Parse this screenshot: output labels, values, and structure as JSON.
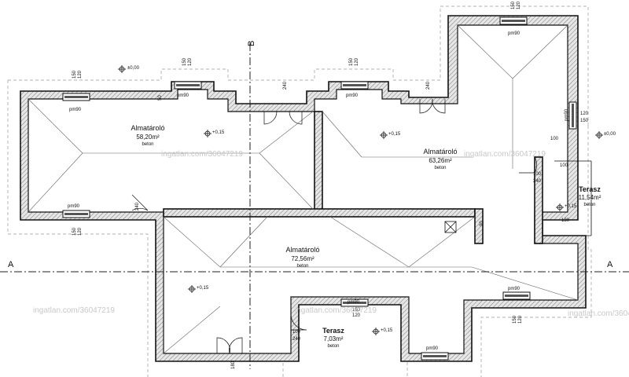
{
  "axes": {
    "axis_a_left": "A",
    "axis_a_right": "A",
    "axis_b": "B"
  },
  "rooms": [
    {
      "name": "Almatároló",
      "area": "58,20m²",
      "floor": "beton"
    },
    {
      "name": "Almatároló",
      "area": "63,26m²",
      "floor": "beton"
    },
    {
      "name": "Almatároló",
      "area": "72,56m²",
      "floor": "beton"
    },
    {
      "name": "Terasz",
      "area": "11,54m²",
      "floor": "beton"
    },
    {
      "name": "Terasz",
      "area": "7,03m²",
      "floor": "beton"
    }
  ],
  "levels": {
    "outside_1": "±0,00",
    "outside_2": "±0,00",
    "room_1": "+0,15",
    "room_2": "+0,15",
    "room_3": "+0,15",
    "terrace_1": "+0,15",
    "terrace_2": "+0,15"
  },
  "window_label": "pm90",
  "dims": {
    "d150": "150",
    "d120": "120",
    "d100": "100",
    "d130": "130",
    "d90": "90",
    "d240": "240",
    "d180": "180",
    "d50": "50"
  },
  "watermark": "ingatlan.com/36047219"
}
